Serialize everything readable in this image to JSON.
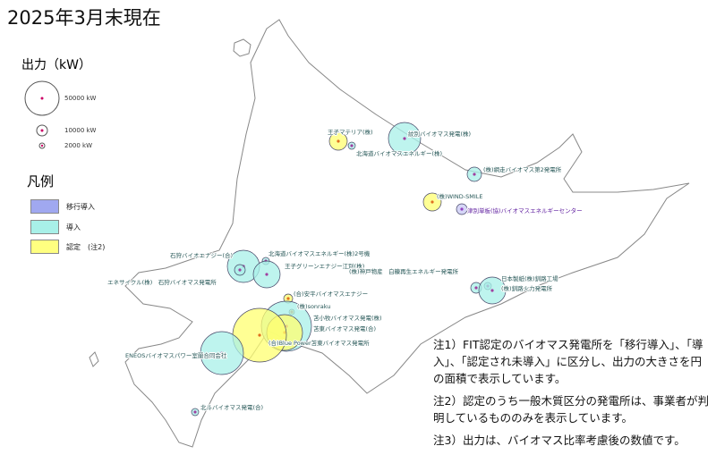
{
  "title": "2025年3月末現在",
  "output_legend": {
    "heading": "出力（kW）",
    "sizes": [
      {
        "label": "50000 kW",
        "kw": 50000
      },
      {
        "label": "10000 kW",
        "kw": 10000
      },
      {
        "label": "2000 kW",
        "kw": 2000
      }
    ]
  },
  "category_legend": {
    "heading": "凡例",
    "items": [
      {
        "label": "移行導入",
        "color": "#a0a8f0"
      },
      {
        "label": "導入",
        "color": "#a8f0e8"
      },
      {
        "label": "認定　(注2)",
        "color": "#ffff80"
      }
    ]
  },
  "plants": [
    {
      "name": "王子マテリア(株)",
      "category": "認定"
    },
    {
      "name": "北海道バイオマスエネルギー(株)",
      "category": "導入"
    },
    {
      "name": "紋別バイオマス発電(株)",
      "category": "導入"
    },
    {
      "name": "(株)網走バイオマス第2発電所",
      "category": "導入"
    },
    {
      "name": "(株)WIND-SMILE",
      "category": "認定"
    },
    {
      "name": "津別単板(協)バイオマスエネルギーセンター",
      "category": "移行導入"
    },
    {
      "name": "石狩バイオエナジー(合)",
      "category": "導入"
    },
    {
      "name": "エネサイクル(株)　石狩バイオマス発電所",
      "category": "導入"
    },
    {
      "name": "北海道バイオマスエネルギー(株)2号機",
      "category": "導入"
    },
    {
      "name": "王子グリーンエナジー江別(株)",
      "category": "導入"
    },
    {
      "name": "(合)安平バイオマスエナジー",
      "category": "認定"
    },
    {
      "name": "(株)sonraku",
      "category": "認定"
    },
    {
      "name": "苫小牧バイオマス発電(株)",
      "category": "導入"
    },
    {
      "name": "苫東バイオマス発電(合)",
      "category": "認定"
    },
    {
      "name": "(合)Blue Power苫東バイオマス発電所",
      "category": "認定"
    },
    {
      "name": "ENEOSバイオマスパワー室蘭合同会社",
      "category": "導入"
    },
    {
      "name": "北斗バイオマス発電(合)",
      "category": "導入"
    },
    {
      "name": "(株)神戸物産　白糠再生エネルギー発電所",
      "category": "導入"
    },
    {
      "name": "日本製紙(株)釧路工場",
      "category": "導入"
    },
    {
      "name": "(株)釧路火力発電所",
      "category": "導入"
    }
  ],
  "notes": [
    "注1）FIT認定のバイオマス発電所を「移行導入」、「導入」、「認定され未導入」に区分し、出力の大きさを円の面積で表示しています。",
    "注2）認定のうち一般木質区分の発電所は、事業者が判明しているもののみを表示しています。",
    "注3）出力は、バイオマス比率考慮後の数値です。"
  ]
}
